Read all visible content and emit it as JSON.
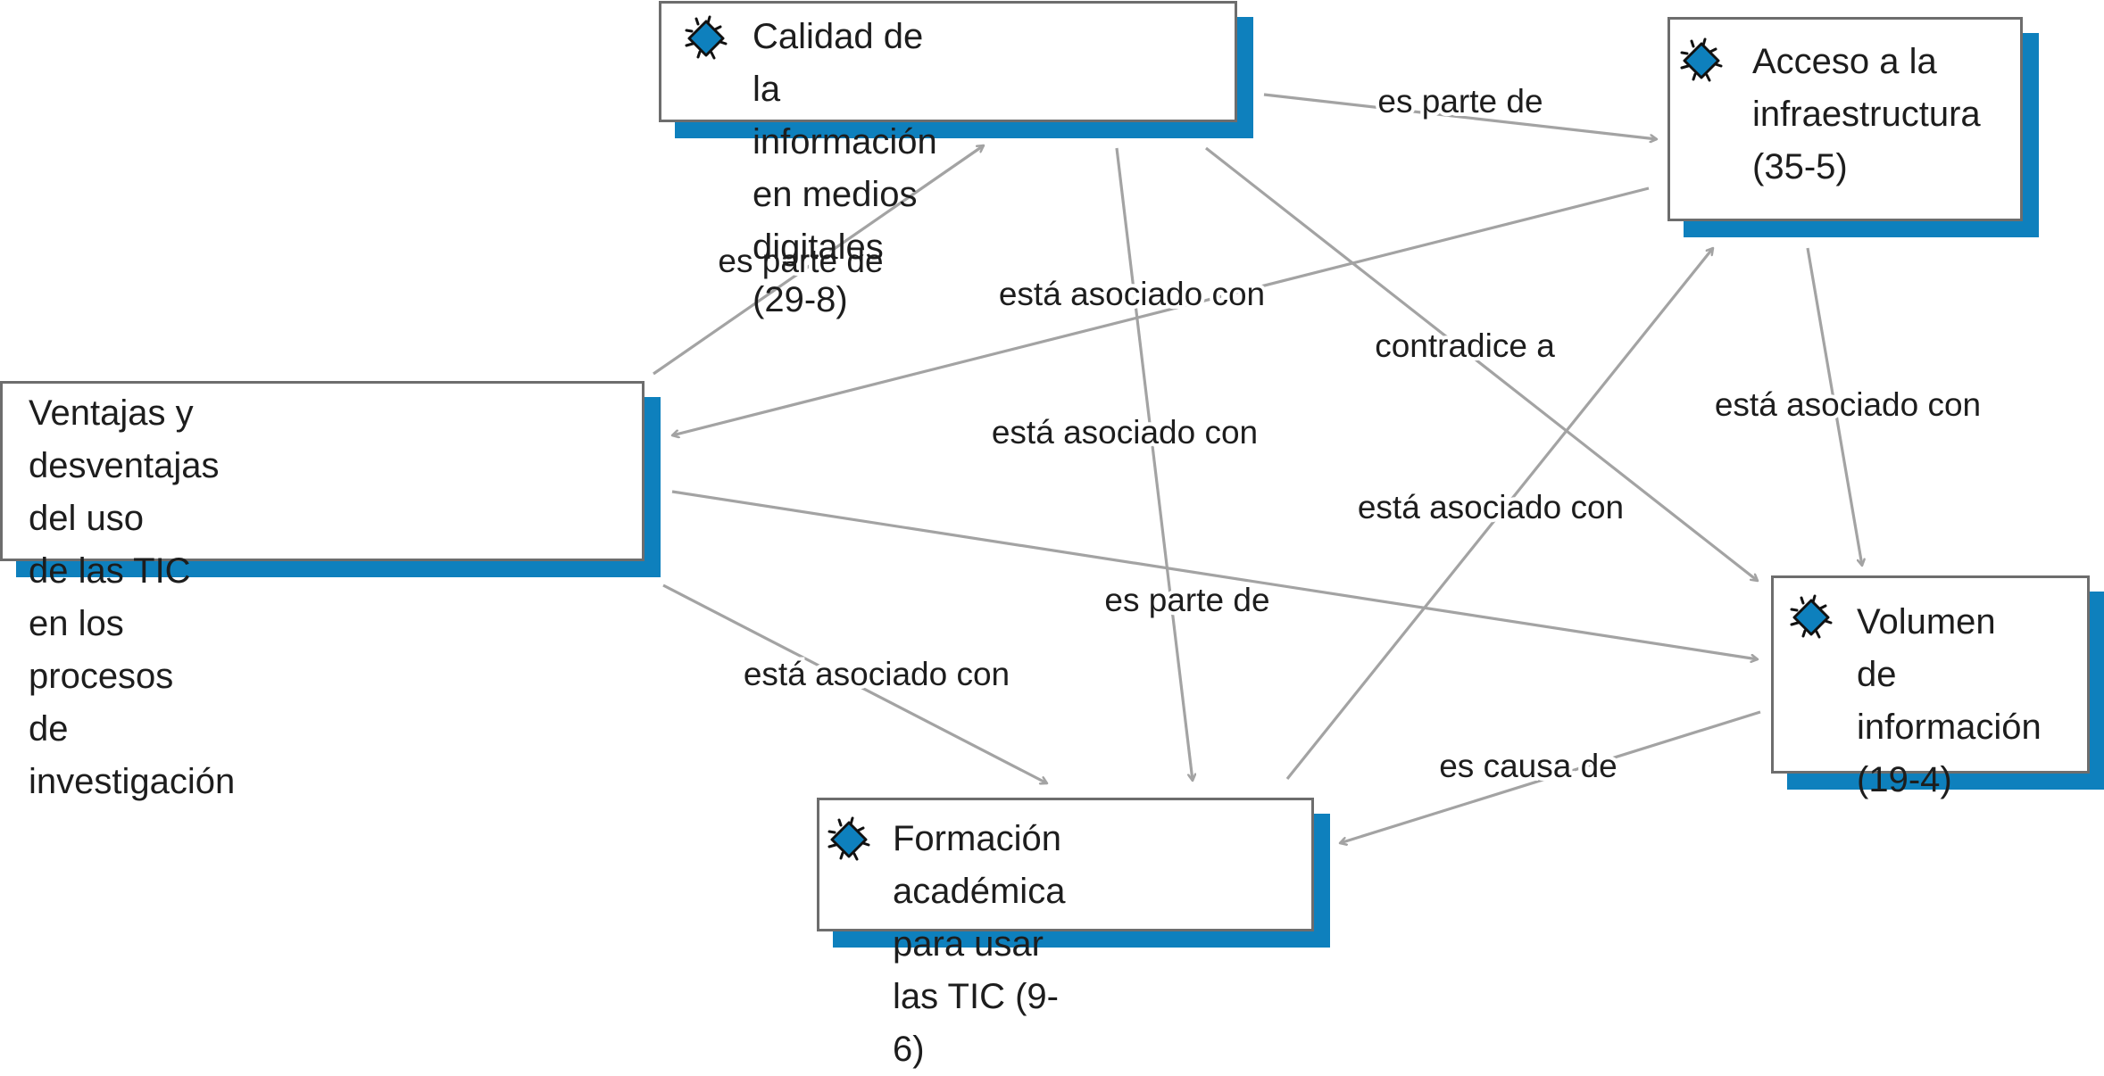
{
  "colors": {
    "accent": "#0e80bd",
    "border": "#6d6d6d",
    "edge": "#a3a3a3",
    "text": "#1d1d1d"
  },
  "nodes": [
    {
      "id": "calidad",
      "icon": "node-code-icon",
      "text": "Calidad de la información\nen medios digitales (29-8)"
    },
    {
      "id": "acceso",
      "icon": "node-code-icon",
      "text": "Acceso a la\ninfraestructura\n(35-5)"
    },
    {
      "id": "ventajas",
      "icon": null,
      "text": "Ventajas y desventajas del uso\nde las TIC en los procesos\nde investigación"
    },
    {
      "id": "volumen",
      "icon": "node-code-icon",
      "text": "Volumen de\ninformación\n(19-4)"
    },
    {
      "id": "formacion",
      "icon": "node-code-icon",
      "text": "Formación académica\npara usar las TIC (9-6)"
    }
  ],
  "edges": [
    {
      "from": "calidad",
      "to": "acceso",
      "label": "es parte de"
    },
    {
      "from": "ventajas",
      "to": "calidad",
      "label": "es parte de"
    },
    {
      "from": "ventajas",
      "to": "acceso",
      "label": "está asociado con"
    },
    {
      "from": "calidad",
      "to": "formacion",
      "label": "está asociado con"
    },
    {
      "from": "calidad",
      "to": "volumen",
      "label": "contradice a"
    },
    {
      "from": "acceso",
      "to": "volumen",
      "label": "está asociado con"
    },
    {
      "from": "formacion",
      "to": "acceso",
      "label": "está asociado con"
    },
    {
      "from": "ventajas",
      "to": "volumen",
      "label": "es parte de"
    },
    {
      "from": "ventajas",
      "to": "formacion",
      "label": "está asociado con"
    },
    {
      "from": "volumen",
      "to": "formacion",
      "label": "es causa de"
    }
  ]
}
